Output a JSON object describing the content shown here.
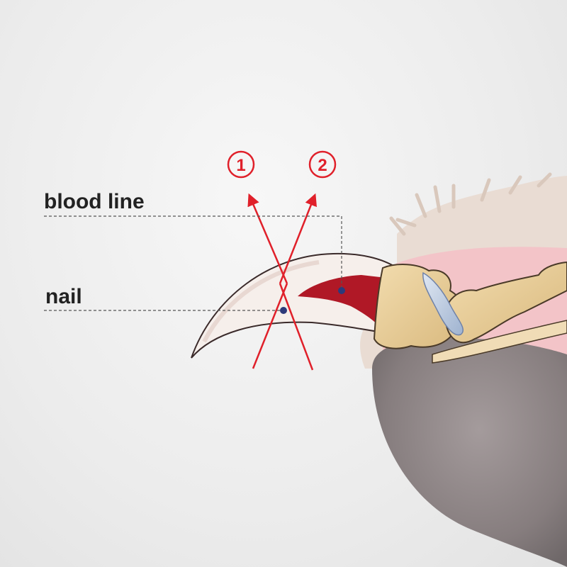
{
  "labels": {
    "blood_line": "blood line",
    "nail": "nail"
  },
  "cut_markers": [
    {
      "id": "1",
      "text": "1"
    },
    {
      "id": "2",
      "text": "2"
    }
  ],
  "colors": {
    "background": "#ececec",
    "arrow_red": "#e0202a",
    "quick_red": "#b01826",
    "nail_fill": "#f6efeb",
    "bone": "#e8cf9e",
    "pad_grey": "#8c8384",
    "skin_pink": "#f3c4c8",
    "fur": "#e6d8cf",
    "dot_blue": "#2c3a7a"
  },
  "icons": [
    "fur-icon",
    "bone-icon",
    "ligament-icon",
    "paw-pad-icon"
  ]
}
